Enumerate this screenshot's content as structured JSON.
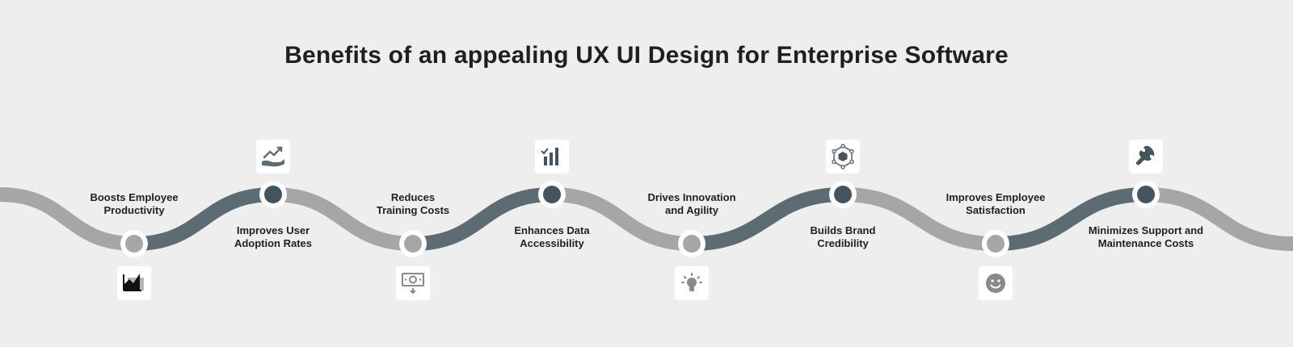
{
  "title": "Benefits of an appealing UX UI Design for Enterprise Software",
  "colors": {
    "background": "#eeeeee",
    "wave_light": "#a6a6a6",
    "wave_dark": "#5d6b73",
    "wave_darkest": "#44545e",
    "node_light": "#a6a6a6",
    "node_dark": "#44545e",
    "node_ring": "#ffffff"
  },
  "steps": [
    {
      "label": "Boosts Employee\nProductivity",
      "icon": "chart-area-icon",
      "position": "bottom"
    },
    {
      "label": "Improves User\nAdoption Rates",
      "icon": "growth-hand-icon",
      "position": "top"
    },
    {
      "label": "Reduces\nTraining Costs",
      "icon": "money-down-icon",
      "position": "bottom"
    },
    {
      "label": "Enhances Data\nAccessibility",
      "icon": "bar-chart-check-icon",
      "position": "top"
    },
    {
      "label": "Drives Innovation\nand Agility",
      "icon": "lightbulb-icon",
      "position": "bottom"
    },
    {
      "label": "Builds Brand\nCredibility",
      "icon": "network-hexagon-icon",
      "position": "top"
    },
    {
      "label": "Improves Employee\nSatisfaction",
      "icon": "smiley-icon",
      "position": "bottom"
    },
    {
      "label": "Minimizes Support and\nMaintenance Costs",
      "icon": "wrench-icon",
      "position": "top"
    }
  ]
}
